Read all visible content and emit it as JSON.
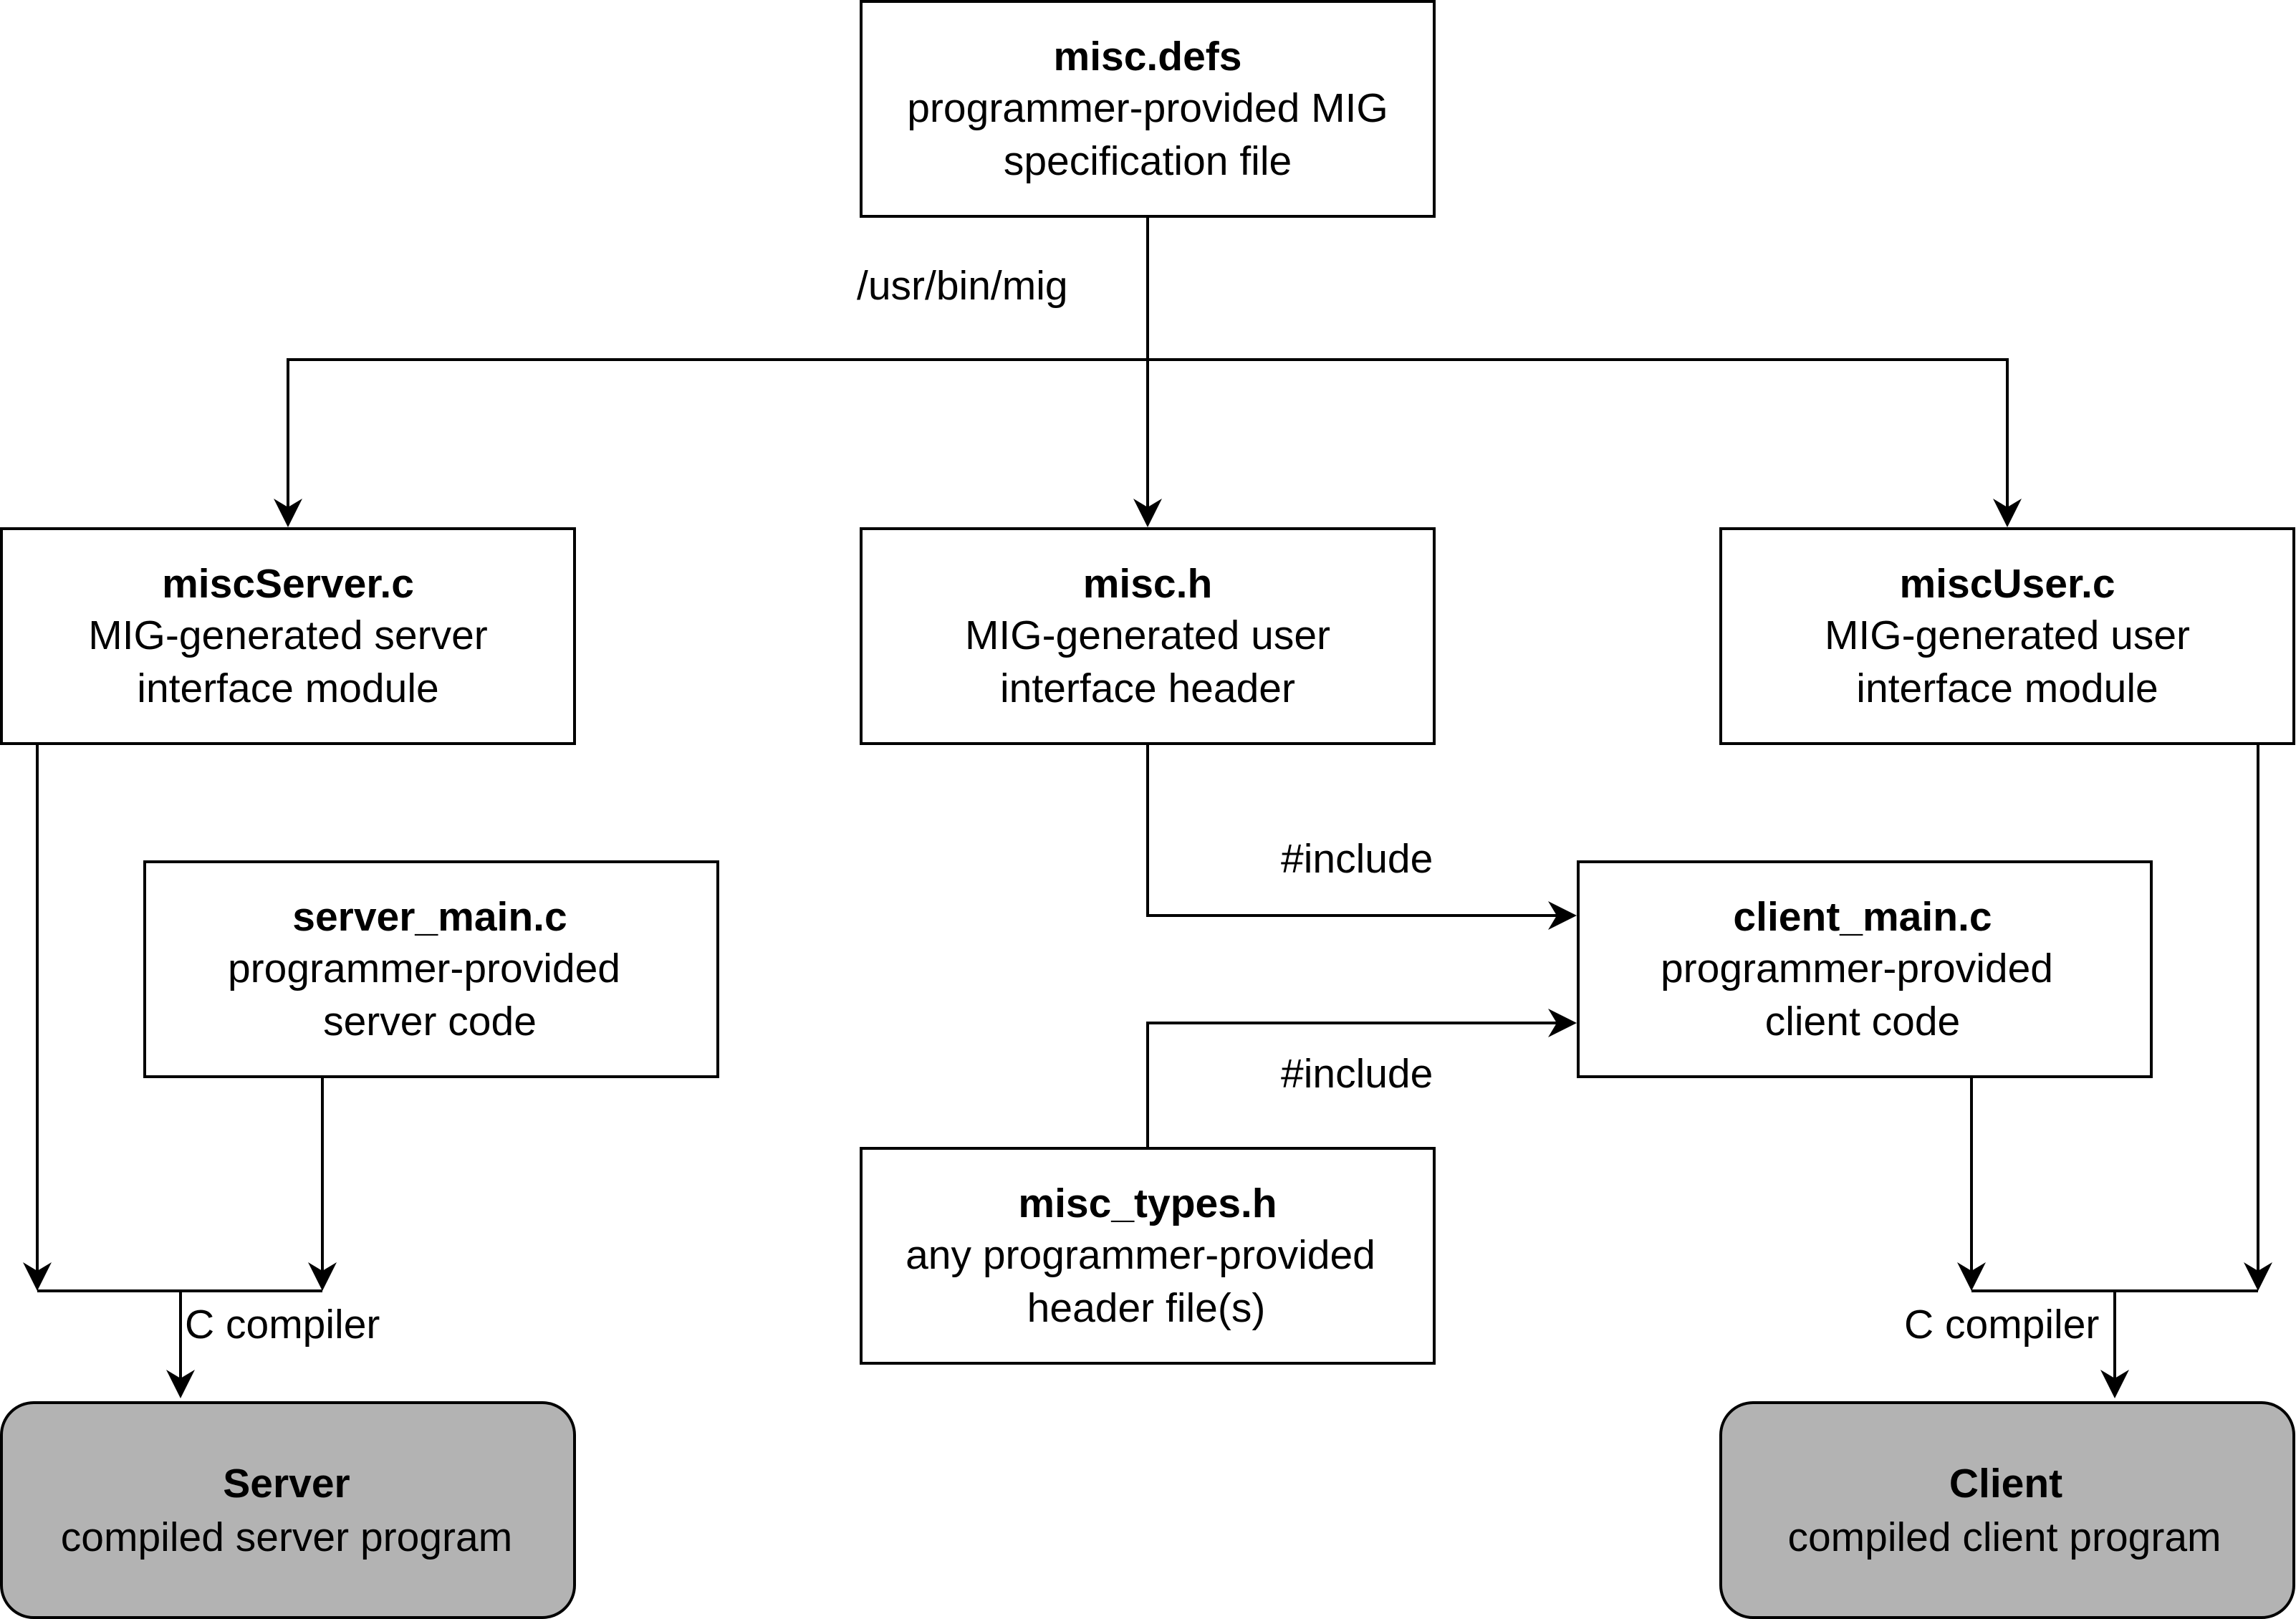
{
  "nodes": {
    "misc_defs": {
      "title": "misc.defs",
      "line1": "programmer-provided MIG",
      "line2": "specification file"
    },
    "misc_server_c": {
      "title": "miscServer.c",
      "line1": "MIG-generated server",
      "line2": "interface module"
    },
    "misc_h": {
      "title": "misc.h",
      "line1": "MIG-generated user",
      "line2": "interface header"
    },
    "misc_user_c": {
      "title": "miscUser.c",
      "line1": "MIG-generated user",
      "line2": "interface module"
    },
    "server_main_c": {
      "title": "server_main.c",
      "line1": "programmer-provided",
      "line2": "server code"
    },
    "client_main_c": {
      "title": "client_main.c",
      "line1": "programmer-provided",
      "line2": "client code"
    },
    "misc_types_h": {
      "title": "misc_types.h",
      "line1": "any programmer-provided",
      "line2": "header file(s)"
    },
    "server": {
      "title": "Server",
      "line1": "compiled server program"
    },
    "client": {
      "title": "Client",
      "line1": "compiled client program"
    }
  },
  "edges": {
    "mig_tool": "/usr/bin/mig",
    "include_misc_h": "#include",
    "include_misc_types_h": "#include",
    "server_compiler": "C compiler",
    "client_compiler": "C compiler"
  },
  "colors": {
    "box_fill": "#ffffff",
    "output_fill": "#b3b3b3",
    "stroke": "#000000"
  }
}
